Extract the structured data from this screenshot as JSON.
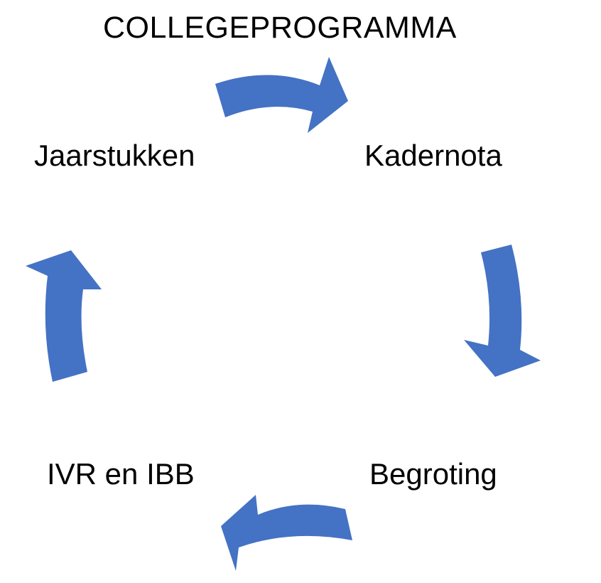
{
  "title": "COLLEGEPROGRAMMA",
  "nodes": [
    {
      "id": "kadernota",
      "label": "Kadernota"
    },
    {
      "id": "begroting",
      "label": "Begroting"
    },
    {
      "id": "ivr-ibb",
      "label": "IVR en IBB"
    },
    {
      "id": "jaarstukken",
      "label": "Jaarstukken"
    }
  ],
  "cycle": [
    "jaarstukken",
    "kadernota",
    "begroting",
    "ivr-ibb",
    "jaarstukken"
  ],
  "colors": {
    "arrow": "#4472C4",
    "text": "#000000",
    "background": "#FFFFFF"
  },
  "icons": {
    "arrow": "curved-arrow-icon"
  }
}
